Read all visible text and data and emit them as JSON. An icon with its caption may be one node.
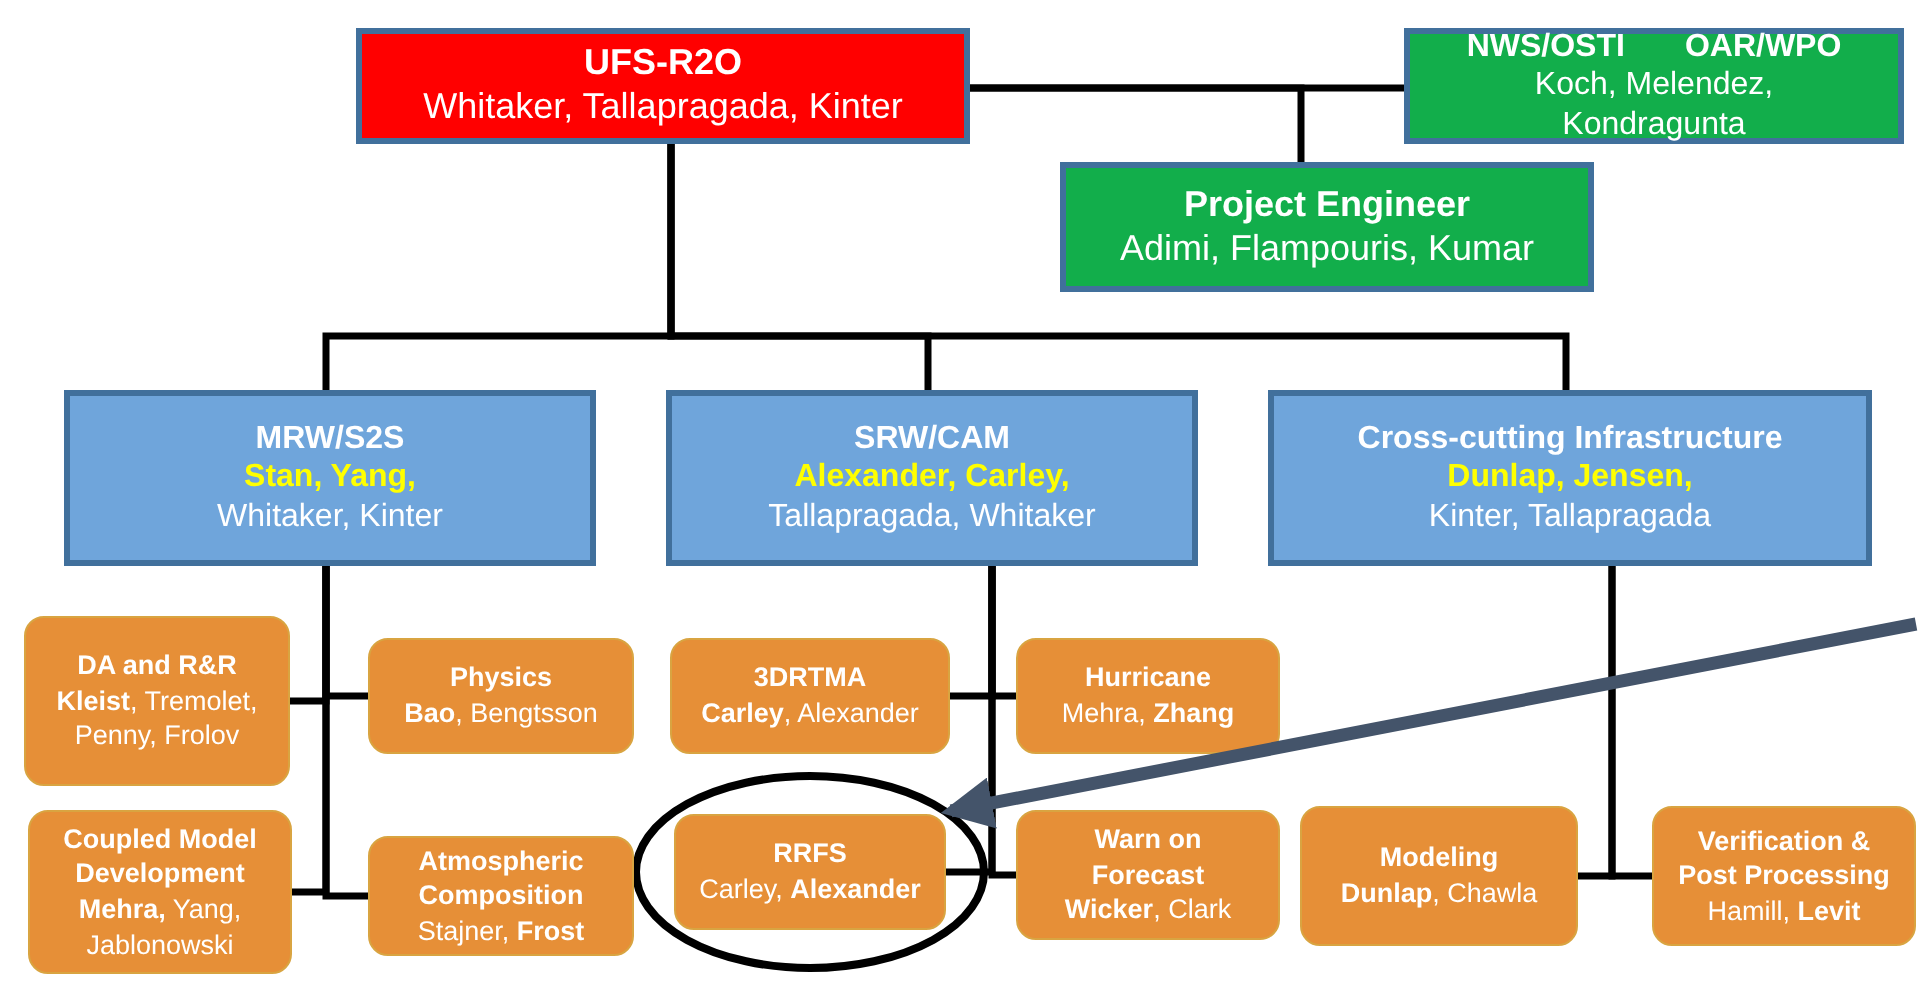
{
  "diagram": {
    "nodes": [
      {
        "text": [
          "UFS-R2O",
          "Whitaker, Tallapragada, Kinter"
        ]
      },
      {
        "text": [
          "NWS/OSTI",
          "OAR/WPO",
          "Koch, Melendez, Kondragunta"
        ]
      },
      {
        "text": [
          "Project Engineer",
          "Adimi, Flampouris, Kumar"
        ]
      },
      {
        "text": [
          "MRW/S2S",
          "Stan, Yang,",
          "Whitaker, Kinter"
        ]
      },
      {
        "text": [
          "SRW/CAM",
          "Alexander, Carley,",
          "Tallapragada, Whitaker"
        ]
      },
      {
        "text": [
          "Cross-cutting Infrastructure",
          "Dunlap, Jensen,",
          "Kinter, Tallapragada"
        ]
      },
      {
        "text": [
          "DA and R&R",
          "**Kleist**, Tremolet, Penny, Frolov"
        ]
      },
      {
        "text": [
          "Physics",
          "**Bao**, Bengtsson"
        ]
      },
      {
        "text": [
          "3DRTMA",
          "**Carley**, Alexander"
        ]
      },
      {
        "text": [
          "Hurricane",
          "Mehra, **Zhang**"
        ]
      },
      {
        "text": [
          "Coupled Model Development",
          "**Mehra,** Yang, Jablonowski"
        ]
      },
      {
        "text": [
          "Atmospheric Composition",
          "Stajner, **Frost**"
        ]
      },
      {
        "text": [
          "RRFS",
          "Carley, **Alexander**"
        ],
        "in": 16
      },
      {
        "text": [
          "Warn on Forecast",
          "**Wicker**, Clark"
        ]
      },
      {
        "text": [
          "Modeling",
          "**Dunlap**, Chawla"
        ]
      },
      {
        "text": [
          "Verification & Post Processing",
          "Hamill, **Levit**"
        ]
      },
      {
        "text": [],
        "shape": "circle"
      }
    ],
    "edges": [
      {
        "from": 0,
        "to": 1,
        "arrow": "none"
      },
      {
        "from": 0,
        "to": 2,
        "arrow": "none"
      },
      {
        "from": 0,
        "to": 3,
        "arrow": "none"
      },
      {
        "from": 0,
        "to": 4,
        "arrow": "none"
      },
      {
        "from": 0,
        "to": 5,
        "arrow": "none"
      },
      {
        "from": 3,
        "to": 6,
        "arrow": "none"
      },
      {
        "from": 3,
        "to": 7,
        "arrow": "none"
      },
      {
        "from": 3,
        "to": 10,
        "arrow": "none"
      },
      {
        "from": 3,
        "to": 11,
        "arrow": "none"
      },
      {
        "from": 4,
        "to": 8,
        "arrow": "none"
      },
      {
        "from": 4,
        "to": 9,
        "arrow": "none"
      },
      {
        "from": 4,
        "to": 12,
        "arrow": "none"
      },
      {
        "from": 4,
        "to": 13,
        "arrow": "none"
      },
      {
        "from": 5,
        "to": 14,
        "arrow": "none"
      },
      {
        "from": 5,
        "to": 15,
        "arrow": "none"
      },
      {
        "from": null,
        "to": 16,
        "arrow": "to",
        "style": "thick",
        "color": "#44546a"
      }
    ]
  }
}
